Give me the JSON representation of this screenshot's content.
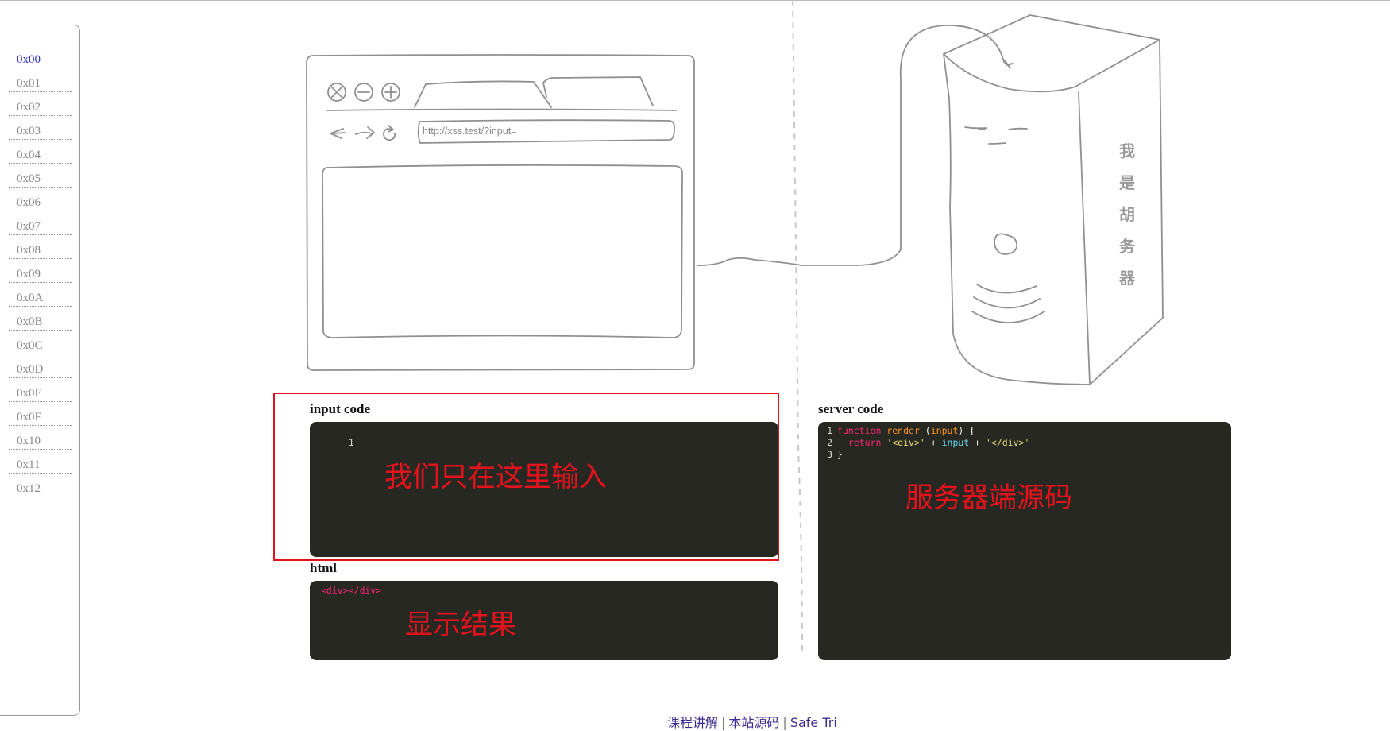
{
  "nav": {
    "active_index": 0,
    "items": [
      "0x00",
      "0x01",
      "0x02",
      "0x03",
      "0x04",
      "0x05",
      "0x06",
      "0x07",
      "0x08",
      "0x09",
      "0x0A",
      "0x0B",
      "0x0C",
      "0x0D",
      "0x0E",
      "0x0F",
      "0x10",
      "0x11",
      "0x12"
    ]
  },
  "browser": {
    "url": "http://xss.test/?input="
  },
  "server": {
    "label_chars": [
      "我",
      "是",
      "胡",
      "务",
      "器"
    ]
  },
  "panels": {
    "input_code": {
      "title": "input code",
      "line_numbers": [
        "1"
      ]
    },
    "server_code": {
      "title": "server code",
      "lines": [
        {
          "no": "1",
          "tokens": [
            {
              "t": "function",
              "c": "kw"
            },
            {
              "t": " ",
              "c": "pn"
            },
            {
              "t": "render",
              "c": "fn"
            },
            {
              "t": " (",
              "c": "pn"
            },
            {
              "t": "input",
              "c": "param"
            },
            {
              "t": ") {",
              "c": "pn"
            }
          ]
        },
        {
          "no": "2",
          "tokens": [
            {
              "t": "  ",
              "c": "pn"
            },
            {
              "t": "return",
              "c": "kw"
            },
            {
              "t": " ",
              "c": "pn"
            },
            {
              "t": "'<div>'",
              "c": "str"
            },
            {
              "t": " + ",
              "c": "pn"
            },
            {
              "t": "input",
              "c": "var"
            },
            {
              "t": " + ",
              "c": "pn"
            },
            {
              "t": "'</div>'",
              "c": "str"
            }
          ]
        },
        {
          "no": "3",
          "tokens": [
            {
              "t": "}",
              "c": "pn"
            }
          ]
        }
      ]
    },
    "html": {
      "title": "html",
      "content": "<div></div>"
    }
  },
  "annotations": {
    "input_hint": "我们只在这里输入",
    "server_hint": "服务器端源码",
    "result_hint": "显示结果"
  },
  "footer": {
    "links": [
      "课程讲解",
      "本站源码",
      "Safe Tri"
    ],
    "separator": "|"
  },
  "colors": {
    "nav_active": "#3333dd",
    "annotation_red": "#e5121d",
    "editor_bg": "#272822"
  }
}
